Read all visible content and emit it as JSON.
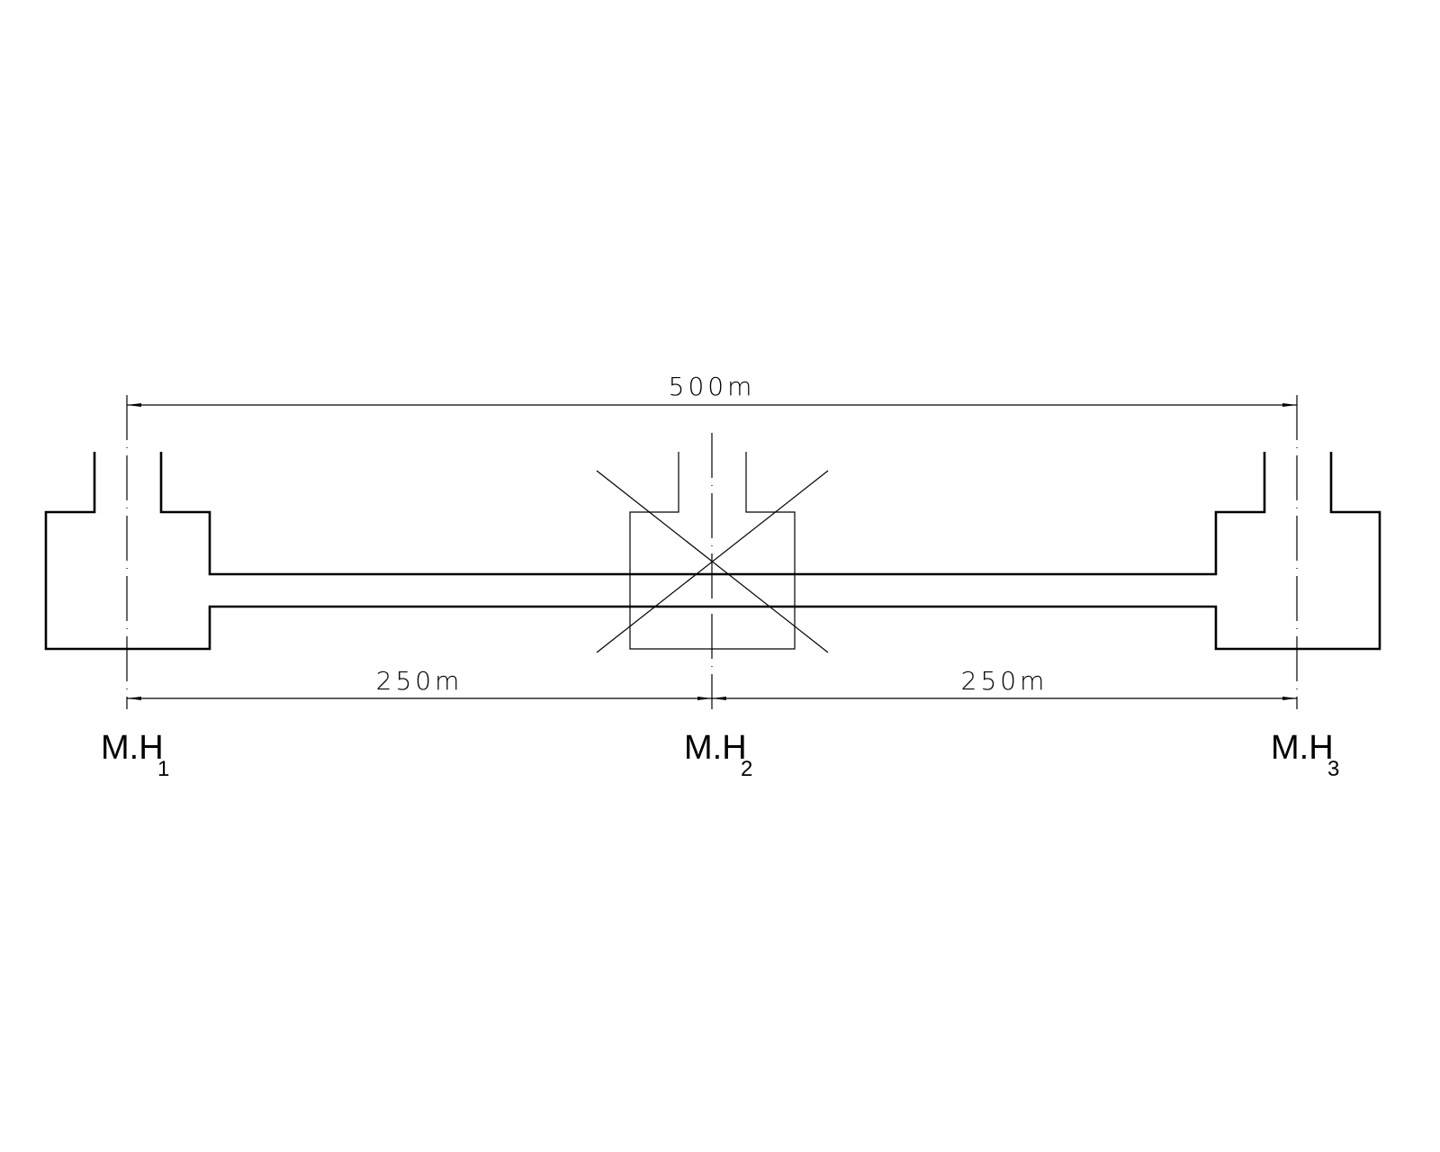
{
  "diagram": {
    "total_dimension": "500m",
    "segment_dimensions": [
      "250m",
      "250m"
    ],
    "manholes": [
      {
        "prefix": "M.H",
        "sub": "1"
      },
      {
        "prefix": "M.H",
        "sub": "2"
      },
      {
        "prefix": "M.H",
        "sub": "3"
      }
    ],
    "colors": {
      "line": "#000000",
      "background": "#ffffff"
    }
  }
}
